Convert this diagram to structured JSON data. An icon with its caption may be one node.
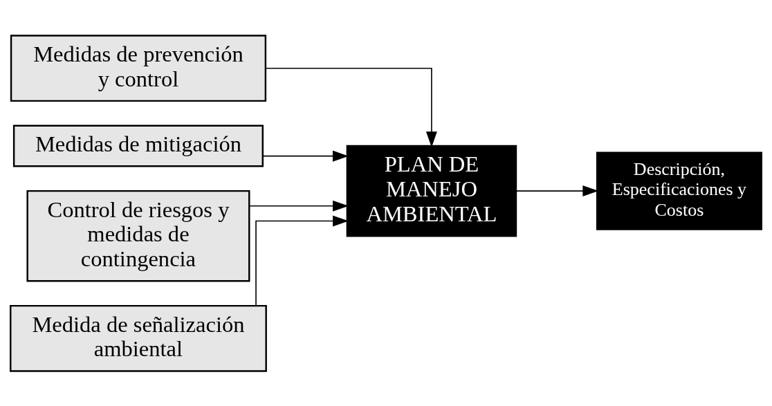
{
  "diagram": {
    "nodes": [
      {
        "text": [
          "Medidas de prevención y control"
        ]
      },
      {
        "text": [
          "Medidas de mitigación"
        ]
      },
      {
        "text": [
          "Control de riesgos y medidas de contingencia"
        ]
      },
      {
        "text": [
          "Medida de señalización ambiental"
        ]
      },
      {
        "text": [
          "PLAN DE MANEJO AMBIENTAL"
        ]
      },
      {
        "text": [
          "Descripción, Especificaciones y Costos"
        ]
      }
    ],
    "edges": [
      {
        "from": 0,
        "to": 4,
        "arrow": "to"
      },
      {
        "from": 1,
        "to": 4,
        "arrow": "to"
      },
      {
        "from": 2,
        "to": 4,
        "arrow": "to"
      },
      {
        "from": 3,
        "to": 4,
        "arrow": "to"
      },
      {
        "from": 4,
        "to": 5,
        "arrow": "to"
      }
    ]
  }
}
